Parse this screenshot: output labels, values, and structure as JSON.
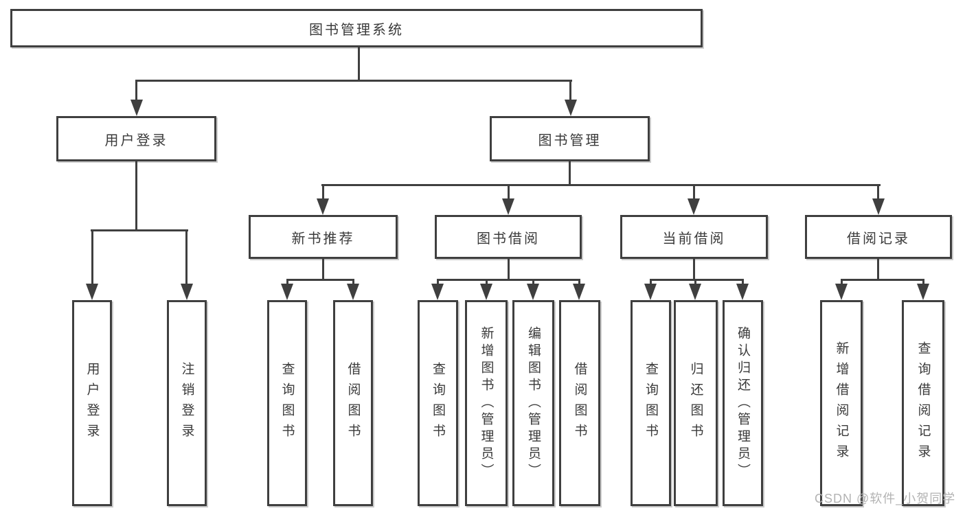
{
  "diagram": {
    "root_label": "图书管理系统",
    "branches": [
      {
        "label": "用户登录",
        "children": [
          "用户登录",
          "注销登录"
        ]
      },
      {
        "label": "图书管理",
        "groups": [
          {
            "label": "新书推荐",
            "children": [
              "查询图书",
              "借阅图书"
            ]
          },
          {
            "label": "图书借阅",
            "children": [
              "查询图书",
              "新增图书（管理员）",
              "编辑图书（管理员）",
              "借阅图书"
            ]
          },
          {
            "label": "当前借阅",
            "children": [
              "查询图书",
              "归还图书",
              "确认归还（管理员）"
            ]
          },
          {
            "label": "借阅记录",
            "children": [
              "新增借阅记录",
              "查询借阅记录"
            ]
          }
        ]
      }
    ]
  },
  "watermark": "CSDN @软件_小贺同学",
  "colors": {
    "line": "#3f3f3f",
    "text": "#3a3a3a",
    "watermark": "#b3b3b3",
    "background": "#ffffff"
  }
}
